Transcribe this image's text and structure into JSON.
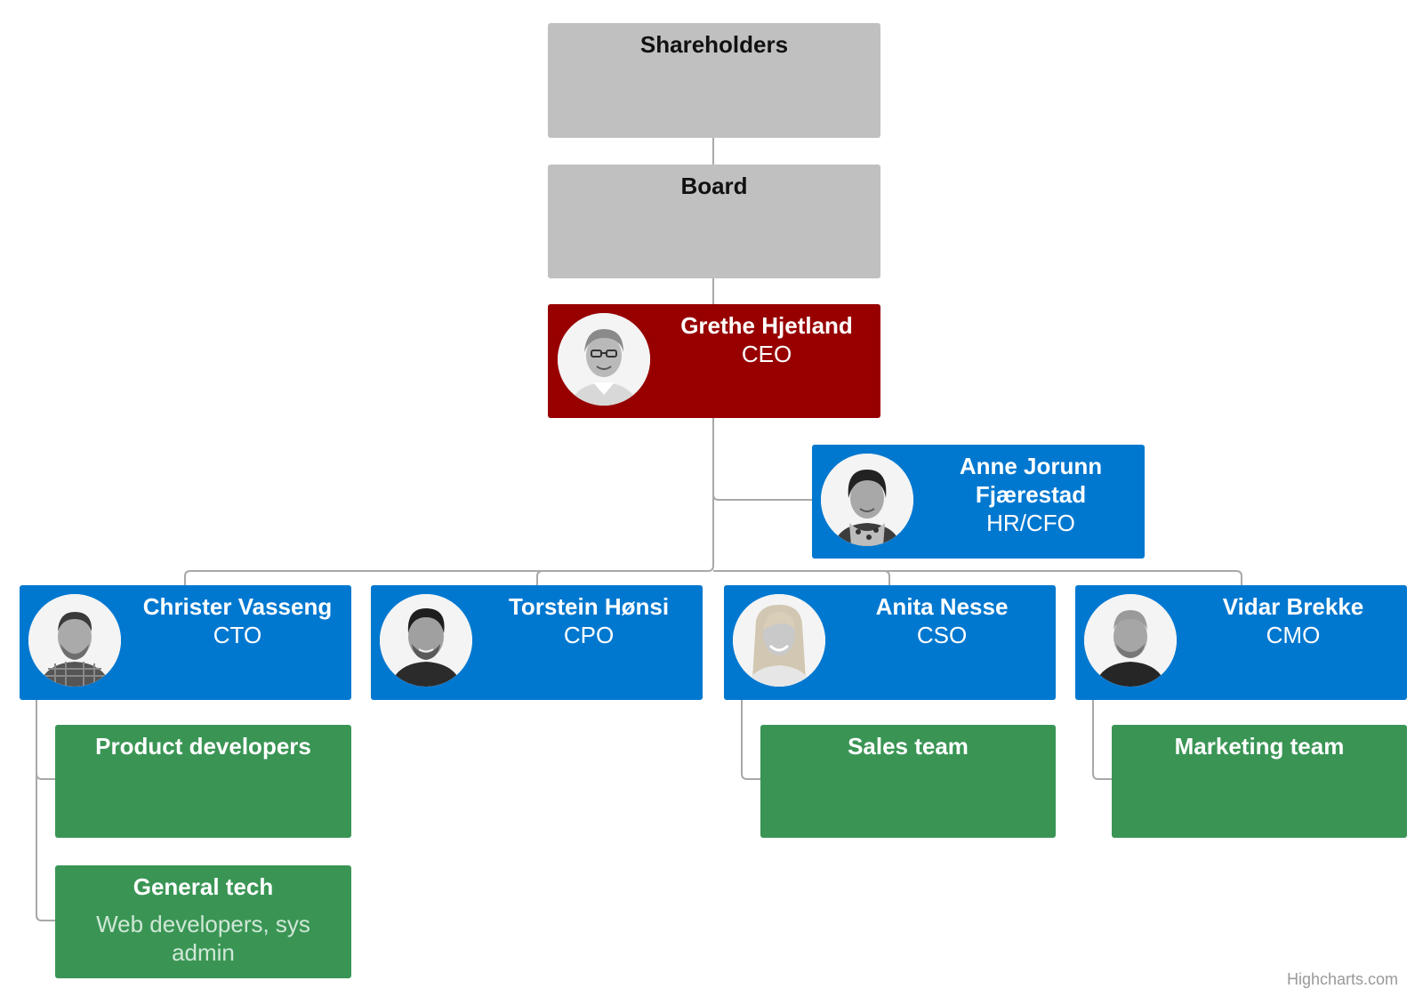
{
  "diagram": {
    "type": "organization-chart",
    "colors": {
      "gray": "#c0c0c0",
      "red": "#980000",
      "blue": "#0078d0",
      "green": "#3a9555",
      "connector": "#a8a8a8"
    },
    "nodes": {
      "shareholders": {
        "name": "Shareholders",
        "title": ""
      },
      "board": {
        "name": "Board",
        "title": ""
      },
      "ceo": {
        "name": "Grethe Hjetland",
        "title": "CEO",
        "avatar": "woman-glasses-portrait-icon"
      },
      "hr": {
        "name_line1": "Anne Jorunn",
        "name_line2": "Fjærestad",
        "title": "HR/CFO",
        "avatar": "woman-scarf-portrait-icon"
      },
      "cto": {
        "name": "Christer Vasseng",
        "title": "CTO",
        "avatar": "man-plaid-shirt-portrait-icon"
      },
      "cpo": {
        "name": "Torstein Hønsi",
        "title": "CPO",
        "avatar": "man-dark-shirt-portrait-icon"
      },
      "cso": {
        "name": "Anita Nesse",
        "title": "CSO",
        "avatar": "woman-long-hair-portrait-icon"
      },
      "cmo": {
        "name": "Vidar Brekke",
        "title": "CMO",
        "avatar": "man-short-hair-portrait-icon"
      },
      "product": {
        "name": "Product developers",
        "title": ""
      },
      "tech": {
        "name": "General tech",
        "title_line1": "Web developers, sys",
        "title_line2": "admin"
      },
      "sales": {
        "name": "Sales team",
        "title": ""
      },
      "marketing": {
        "name": "Marketing team",
        "title": ""
      }
    },
    "links": [
      [
        "shareholders",
        "board"
      ],
      [
        "board",
        "ceo"
      ],
      [
        "ceo",
        "hr"
      ],
      [
        "ceo",
        "cto"
      ],
      [
        "ceo",
        "cpo"
      ],
      [
        "ceo",
        "cso"
      ],
      [
        "ceo",
        "cmo"
      ],
      [
        "cto",
        "product"
      ],
      [
        "cto",
        "tech"
      ],
      [
        "cso",
        "sales"
      ],
      [
        "cmo",
        "marketing"
      ]
    ]
  },
  "credits": "Highcharts.com"
}
